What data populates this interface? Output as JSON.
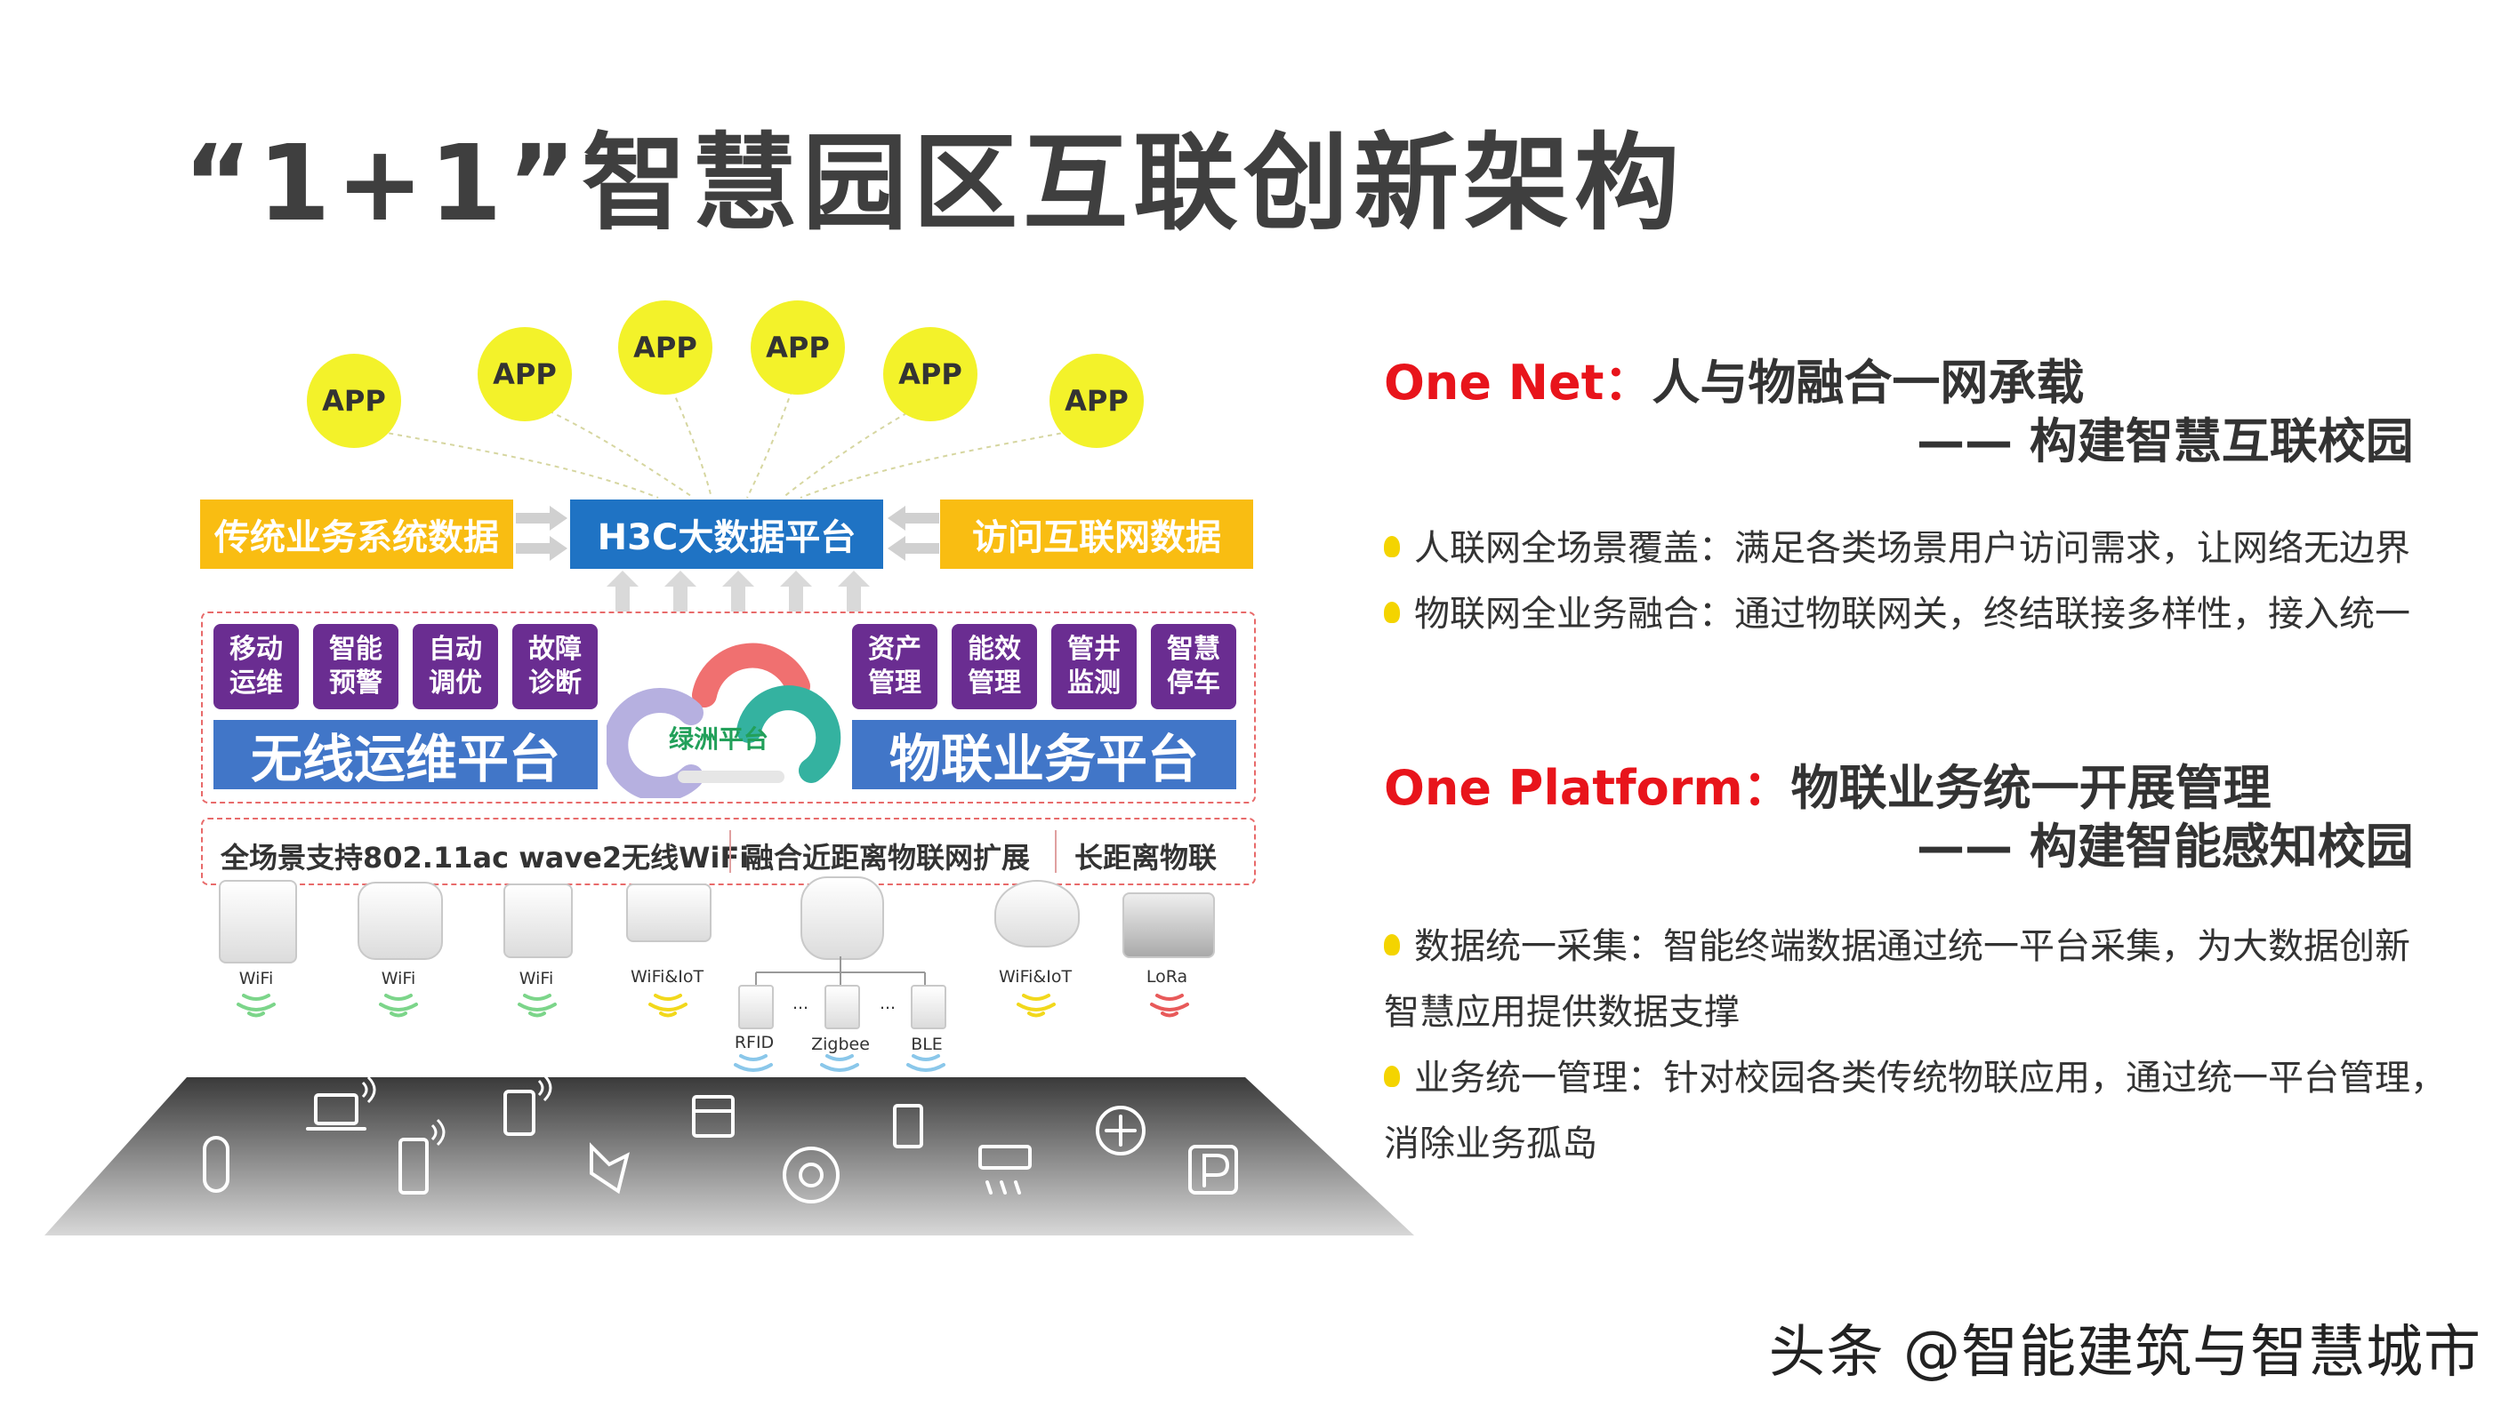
{
  "title": "“1+1”智慧园区互联创新架构",
  "apps": [
    "APP",
    "APP",
    "APP",
    "APP",
    "APP",
    "APP"
  ],
  "top_row": {
    "left": "传统业务系统数据",
    "center": "H3C大数据平台",
    "right": "访问互联网数据"
  },
  "ops_tiles": [
    {
      "line1": "移动",
      "line2": "运维"
    },
    {
      "line1": "智能",
      "line2": "预警"
    },
    {
      "line1": "自动",
      "line2": "调优"
    },
    {
      "line1": "故障",
      "line2": "诊断"
    }
  ],
  "iot_tiles": [
    {
      "line1": "资产",
      "line2": "管理"
    },
    {
      "line1": "能效",
      "line2": "管理"
    },
    {
      "line1": "管井",
      "line2": "监测"
    },
    {
      "line1": "智慧",
      "line2": "停车"
    }
  ],
  "wireless_platform": "无线运维平台",
  "iot_platform": "物联业务平台",
  "cloud_label": "绿洲平台",
  "support": {
    "wifi": "全场景支持802.11ac wave2无线WiFi",
    "near": "融合近距离物联网扩展",
    "far": "长距离物联"
  },
  "devices": [
    "WiFi",
    "WiFi",
    "WiFi",
    "WiFi&IoT",
    "WiFi&IoT",
    "LoRa"
  ],
  "sensors": [
    "RFID",
    "Zigbee",
    "BLE"
  ],
  "ellipsis": "...",
  "colors": {
    "red": "#e8141b",
    "yellow": "#f9bd12",
    "blue": "#1f73c4",
    "purple": "#6a2d91",
    "app": "#f3f22a"
  },
  "right": {
    "one_net_title": "One Net：",
    "one_net_desc": "人与物融合一网承载",
    "one_net_sub": "—— 构建智慧互联校园",
    "net_bullets": [
      "人联网全场景覆盖：满足各类场景用户访问需求，让网络无边界",
      "物联网全业务融合：通过物联网关，终结联接多样性，接入统一"
    ],
    "one_platform_title": "One Platform：",
    "one_platform_desc": "物联业务统一开展管理",
    "one_platform_sub": "—— 构建智能感知校园",
    "platform_bullet1": "数据统一采集：智能终端数据通过统一平台采集，为大数据创新",
    "platform_bullet1_cont": "智慧应用提供数据支撑",
    "platform_bullet2": "业务统一管理：针对校园各类传统物联应用，通过统一平台管理，",
    "platform_bullet2_cont": "消除业务孤岛"
  },
  "watermark": "头条 @智能建筑与智慧城市"
}
